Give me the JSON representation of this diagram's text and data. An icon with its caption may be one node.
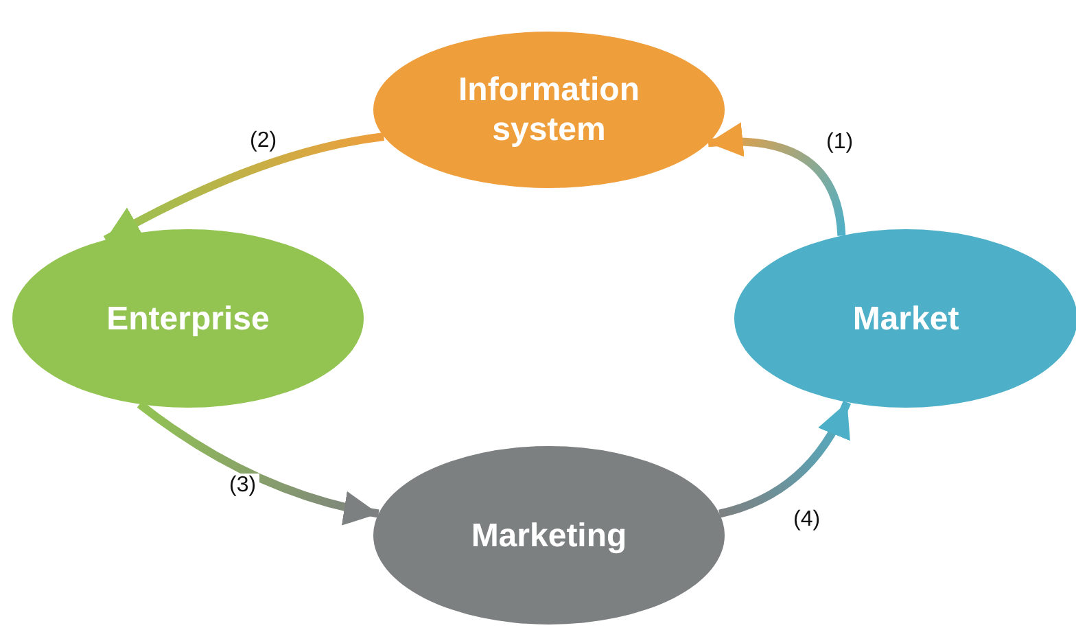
{
  "diagram": {
    "nodes": [
      {
        "text": [
          "Information system"
        ]
      },
      {
        "text": [
          "Enterprise"
        ]
      },
      {
        "text": [
          "Market"
        ]
      },
      {
        "text": [
          "Marketing"
        ]
      }
    ],
    "edges": [
      {
        "from": 2,
        "to": 0,
        "arrow": "to",
        "label": "(1)"
      },
      {
        "from": 0,
        "to": 1,
        "arrow": "to",
        "label": "(2)"
      },
      {
        "from": 1,
        "to": 3,
        "arrow": "to",
        "label": "(3)"
      },
      {
        "from": 3,
        "to": 2,
        "arrow": "to",
        "label": "(4)"
      }
    ]
  }
}
